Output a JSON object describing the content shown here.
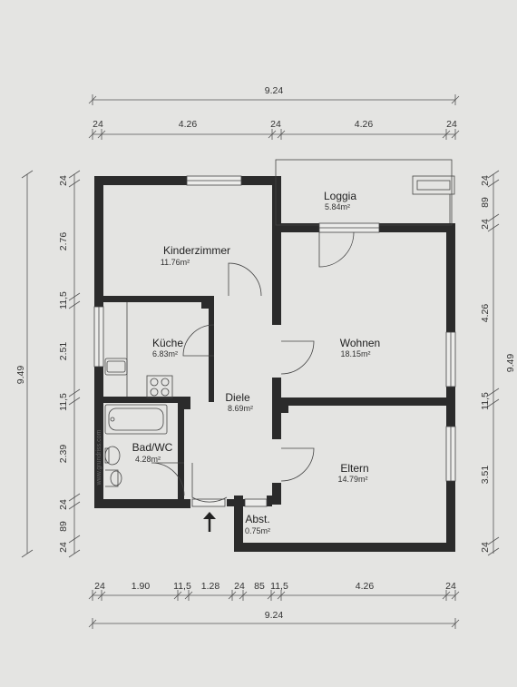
{
  "dimensions": {
    "top_total": "9.24",
    "top_segments": [
      "24",
      "4.26",
      "24",
      "4.26",
      "24"
    ],
    "bottom_segments": [
      "24",
      "1.90",
      "11,5",
      "1.28",
      "24",
      "85",
      "11,5",
      "4.26",
      "24"
    ],
    "bottom_total": "9.24",
    "left_total": "9.49",
    "left_segments": [
      "24",
      "2.76",
      "11,5",
      "2.51",
      "11,5",
      "2.39",
      "24",
      "89",
      "24"
    ],
    "right_segments": [
      "24",
      "89",
      "24",
      "4.26",
      "11,5",
      "3.51",
      "24"
    ],
    "right_total": "9.49"
  },
  "rooms": [
    {
      "name": "Kinderzimmer",
      "area": "11.76m²"
    },
    {
      "name": "Loggia",
      "area": "5.84m²"
    },
    {
      "name": "Küche",
      "area": "6.83m²"
    },
    {
      "name": "Wohnen",
      "area": "18.15m²"
    },
    {
      "name": "Diele",
      "area": "8.69m²"
    },
    {
      "name": "Bad/WC",
      "area": "4.28m²"
    },
    {
      "name": "Eltern",
      "area": "14.79m²"
    },
    {
      "name": "Abst.",
      "area": "0.75m²"
    }
  ],
  "watermark": "www.grundriss.com"
}
